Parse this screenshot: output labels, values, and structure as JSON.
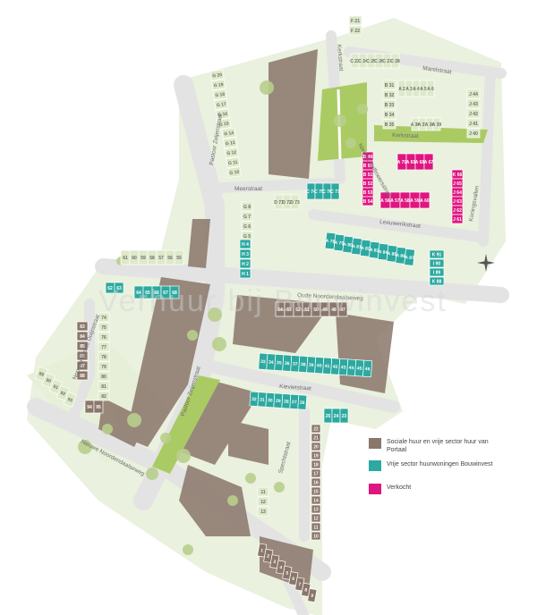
{
  "colors": {
    "social": "#8a766a",
    "freeSector": "#2ca9a0",
    "sold": "#e0157f",
    "green": "#dde9c8",
    "park": "#aacb63",
    "road": "#e3e3e3",
    "tree": "#b9cf8c"
  },
  "streets": {
    "marelstraat": "Marelstraat",
    "kerkstraat": "Kerkstraat",
    "meerstraat": "Meerstraat",
    "halfmeer": "Nieuwe Halfmeersstraat",
    "kerkstraat_b": "Kerkstraat",
    "pastoorTop": "Pastoor Zeijenstraat",
    "leeuwerik": "Leeuwerikstraat",
    "koningvallen": "Koningsvallen",
    "oudeNoordendaal": "Oude Noordendaalseweg",
    "noordendaalTop": "Nieuwe Noordendaalseweg",
    "noordendaalLeft": "Noordendaalse Duijnstraat",
    "pastoorMid": "Pastoor Zeijenstraat",
    "kievietstraat": "Kievietstraat",
    "noordendaalBottom": "Nieuwe Noordendaalseweg",
    "spechtstraat": "Spechtstraat"
  },
  "legend": [
    {
      "label": "Sociale huur en vrije sector huur van Portaal",
      "color": "#8a766a"
    },
    {
      "label": "Vrije sector huurwoningen Bouwinvest",
      "color": "#2ca9a0"
    },
    {
      "label": "Verkocht",
      "color": "#e0157f"
    }
  ],
  "lots": {
    "topLeft": [
      "G 20",
      "G 19",
      "G 18",
      "G 17",
      "G 16",
      "G 15"
    ],
    "topMid": [
      "G 14",
      "G 13",
      "G 12",
      "G 11",
      "G 10"
    ],
    "topBlockA": [
      "F 21",
      "F 22"
    ],
    "topBlockB": [
      "C 23",
      "C 24",
      "C 25",
      "C 26",
      "C 27",
      "C 28"
    ],
    "northEast": [
      "B 31",
      "B 32",
      "B 33",
      "B 34",
      "B 35"
    ],
    "eastInner": [
      "A 2",
      "A 3",
      "A 4",
      "A 5",
      "A 6"
    ],
    "eastInner2": [
      "A 36",
      "A 37",
      "A 38",
      "A 39"
    ],
    "eastRight": [
      "J 44",
      "J 43",
      "J 42",
      "J 41",
      "J 40"
    ],
    "soldTop": [
      "A 70",
      "A 69",
      "A 68",
      "A 67"
    ],
    "soldLeft": [
      "B 49",
      "B 50",
      "B 51",
      "B 52",
      "B 53",
      "B 54"
    ],
    "soldRight": [
      "K 66",
      "J 65",
      "J 64",
      "J 63",
      "J 62",
      "J 61"
    ],
    "soldBottom": [
      "A 56",
      "A 57",
      "A 58",
      "A 59",
      "A 60"
    ],
    "meerTeal": [
      "C 74",
      "C 75",
      "C 76",
      "C 77"
    ],
    "meerTeal2": [
      "D 71",
      "D 72",
      "D 73"
    ],
    "gLeft": [
      "G 8",
      "G 7",
      "G 6",
      "G 5"
    ],
    "hTeal": [
      "H 4",
      "H 3",
      "H 2",
      "H 1"
    ],
    "leeuwerikTeal": [
      "A 78",
      "A 79",
      "A 80",
      "A 81",
      "A 82",
      "A 83",
      "A 84",
      "A 85",
      "A 86",
      "A 87"
    ],
    "rightTeal": [
      "K 91",
      "I 90",
      "I 89",
      "K 88"
    ],
    "westRow": [
      "61",
      "60",
      "59",
      "58",
      "57",
      "56",
      "55"
    ],
    "westTeal": [
      "62",
      "63"
    ],
    "westTeal2": [
      "64",
      "65",
      "66",
      "67",
      "68"
    ],
    "oudeRow": [
      "54",
      "53",
      "52",
      "51",
      "50",
      "49",
      "48",
      "47"
    ],
    "duijnLeft": [
      "83",
      "84",
      "85",
      "86",
      "87",
      "88"
    ],
    "duijnRight": [
      "74",
      "75",
      "76",
      "77",
      "78",
      "79",
      "80",
      "81",
      "82"
    ],
    "bottomLeft": [
      "89",
      "90",
      "91",
      "92",
      "93"
    ],
    "smallLeft": [
      "94",
      "95"
    ],
    "kievietTop": [
      "33",
      "34",
      "35",
      "36",
      "37",
      "38",
      "39",
      "40",
      "41",
      "42",
      "43",
      "44",
      "45",
      "46"
    ],
    "kievietBottom": [
      "32",
      "31",
      "30",
      "29",
      "28",
      "27",
      "26"
    ],
    "kievietSmall": [
      "25",
      "24",
      "23"
    ],
    "specht": [
      "22",
      "21",
      "20",
      "19",
      "18",
      "17",
      "16",
      "15",
      "14",
      "13",
      "12",
      "11",
      "10"
    ],
    "smallMid": [
      "11",
      "12",
      "13"
    ],
    "bottomRow": [
      "1",
      "2",
      "3",
      "4",
      "5",
      "6",
      "7",
      "8",
      "9"
    ]
  },
  "watermark": "Verhuur bij Bouwinvest"
}
